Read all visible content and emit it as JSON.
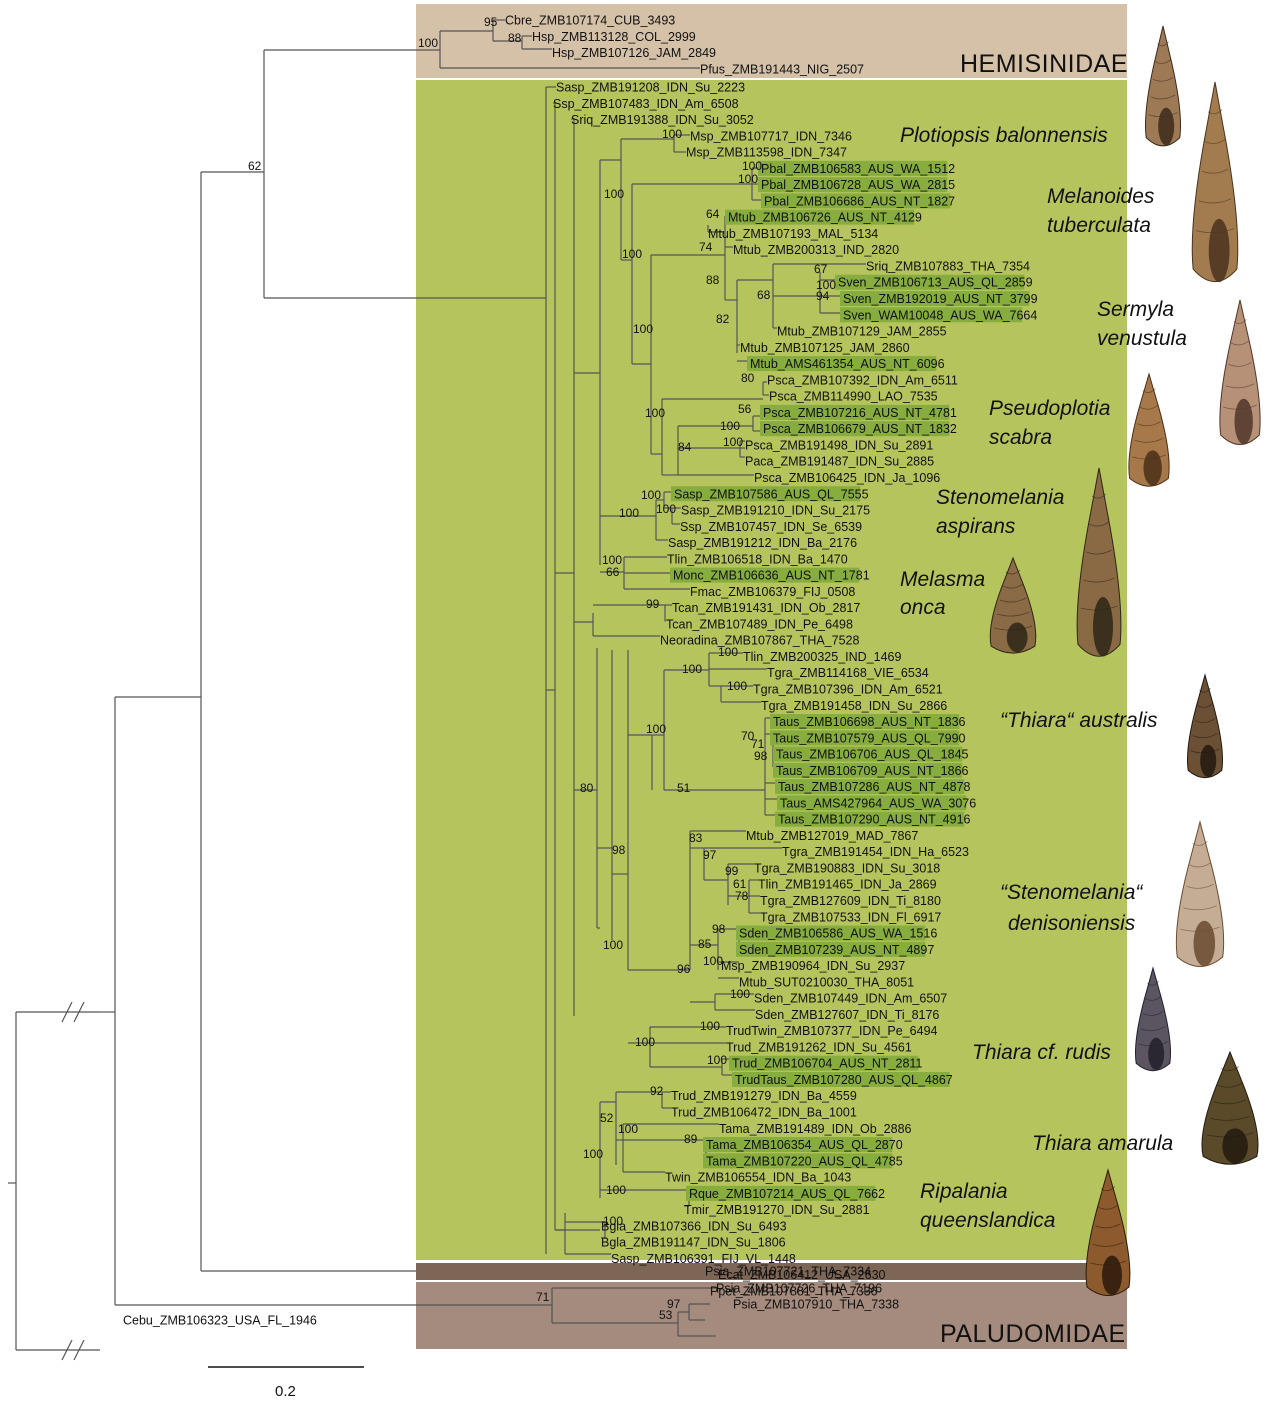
{
  "colors": {
    "hemisinidae_bg": "#d5c1a8",
    "thiaridae_bg": "#b5c45c",
    "ecat_bg": "#7d6656",
    "paludomidae_bg": "#a58b7d",
    "leaf_highlight": "#86ad3e",
    "branch": "#555555"
  },
  "families": {
    "hemisinidae": "HEMISINIDAE",
    "paludomidae": "PALUDOMIDAE"
  },
  "species_labels": [
    {
      "text": "Plotiopsis balonnensis"
    },
    {
      "text": "Melanoides"
    },
    {
      "text": "tuberculata"
    },
    {
      "text": "Sermyla"
    },
    {
      "text": "venustula"
    },
    {
      "text": "Pseudoplotia"
    },
    {
      "text": "scabra"
    },
    {
      "text": "Stenomelania"
    },
    {
      "text": "aspirans"
    },
    {
      "text": "Melasma"
    },
    {
      "text": "onca"
    },
    {
      "text": "“Thiara“ australis"
    },
    {
      "text": "“Stenomelania“"
    },
    {
      "text": "denisoniensis"
    },
    {
      "text": "Thiara cf. rudis"
    },
    {
      "text": "Thiara amarula"
    },
    {
      "text": "Ripalania"
    },
    {
      "text": "queenslandica"
    }
  ],
  "scale_bar": {
    "label": "0.2"
  },
  "leaves": [
    "Cbre_ZMB107174_CUB_3493",
    "Hsp_ZMB113128_COL_2999",
    "Hsp_ZMB107126_JAM_2849",
    "Pfus_ZMB191443_NIG_2507",
    "Sasp_ZMB191208_IDN_Su_2223",
    "Ssp_ZMB107483_IDN_Am_6508",
    "Sriq_ZMB191388_IDN_Su_3052",
    "Msp_ZMB107717_IDN_7346",
    "Msp_ZMB113598_IDN_7347",
    "Pbal_ZMB106583_AUS_WA_1512",
    "Pbal_ZMB106728_AUS_WA_2815",
    "Pbal_ZMB106686_AUS_NT_1827",
    "Mtub_ZMB106726_AUS_NT_4129",
    "Mtub_ZMB107193_MAL_5134",
    "Mtub_ZMB200313_IND_2820",
    "Sriq_ZMB107883_THA_7354",
    "Sven_ZMB106713_AUS_QL_2859",
    "Sven_ZMB192019_AUS_NT_3799",
    "Sven_WAM10048_AUS_WA_7664",
    "Mtub_ZMB107129_JAM_2855",
    "Mtub_ZMB107125_JAM_2860",
    "Mtub_AMS461354_AUS_NT_6096",
    "Psca_ZMB107392_IDN_Am_6511",
    "Psca_ZMB114990_LAO_7535",
    "Psca_ZMB107216_AUS_NT_4781",
    "Psca_ZMB106679_AUS_NT_1832",
    "Psca_ZMB191498_IDN_Su_2891",
    "Paca_ZMB191487_IDN_Su_2885",
    "Psca_ZMB106425_IDN_Ja_1096",
    "Sasp_ZMB107586_AUS_QL_7555",
    "Sasp_ZMB191210_IDN_Su_2175",
    "Ssp_ZMB107457_IDN_Se_6539",
    "Sasp_ZMB191212_IDN_Ba_2176",
    "Tlin_ZMB106518_IDN_Ba_1470",
    "Monc_ZMB106636_AUS_NT_1781",
    "Fmac_ZMB106379_FIJ_0508",
    "Tcan_ZMB191431_IDN_Ob_2817",
    "Tcan_ZMB107489_IDN_Pe_6498",
    "Neoradina_ZMB107867_THA_7528",
    "Tlin_ZMB200325_IND_1469",
    "Tgra_ZMB114168_VIE_6534",
    "Tgra_ZMB107396_IDN_Am_6521",
    "Tgra_ZMB191458_IDN_Su_2866",
    "Taus_ZMB106698_AUS_NT_1836",
    "Taus_ZMB107579_AUS_QL_7990",
    "Taus_ZMB106706_AUS_QL_1845",
    "Taus_ZMB106709_AUS_NT_1866",
    "Taus_ZMB107286_AUS_NT_4878",
    "Taus_AMS427964_AUS_WA_3076",
    "Taus_ZMB107290_AUS_NT_4916",
    "Mtub_ZMB127019_MAD_7867",
    "Tgra_ZMB191454_IDN_Ha_6523",
    "Tgra_ZMB190883_IDN_Su_3018",
    "Tlin_ZMB191465_IDN_Ja_2869",
    "Tgra_ZMB127609_IDN_Ti_8180",
    "Tgra_ZMB107533_IDN_Fl_6917",
    "Sden_ZMB106586_AUS_WA_1516",
    "Sden_ZMB107239_AUS_NT_4897",
    "Msp_ZMB190964_IDN_Su_2937",
    "Mtub_SUT0210030_THA_8051",
    "Sden_ZMB107449_IDN_Am_6507",
    "Sden_ZMB127607_IDN_Ti_8176",
    "TrudTwin_ZMB107377_IDN_Pe_6494",
    "Trud_ZMB191262_IDN_Su_4561",
    "Trud_ZMB106704_AUS_NT_2811",
    "TrudTaus_ZMB107280_AUS_QL_4867",
    "Trud_ZMB191279_IDN_Ba_4559",
    "Trud_ZMB106472_IDN_Ba_1001",
    "Tama_ZMB191489_IDN_Ob_2886",
    "Tama_ZMB106354_AUS_QL_2870",
    "Tama_ZMB107220_AUS_QL_4785",
    "Twin_ZMB106554_IDN_Ba_1043",
    "Rque_ZMB107214_AUS_QL_7662",
    "Tmir_ZMB191270_IDN_Su_2881",
    "Bgla_ZMB107366_IDN_Su_6493",
    "Bgla_ZMB191147_IDN_Su_1806",
    "Sasp_ZMB106391_FIJ_VL_1448",
    "Ecat_ZMB106412_USA_2630",
    "Ppet_ZMB107881_THA_7336",
    "Psia_ZMB107721_THA_7334",
    "Psia_ZMB107726_THA_7196",
    "Psia_ZMB107910_THA_7338",
    "Cebu_ZMB106323_USA_FL_1946"
  ],
  "highlighted_leaves": [
    "Pbal_ZMB106583_AUS_WA_1512",
    "Pbal_ZMB106728_AUS_WA_2815",
    "Pbal_ZMB106686_AUS_NT_1827",
    "Mtub_ZMB106726_AUS_NT_4129",
    "Sven_ZMB106713_AUS_QL_2859",
    "Sven_ZMB192019_AUS_NT_3799",
    "Sven_WAM10048_AUS_WA_7664",
    "Mtub_AMS461354_AUS_NT_6096",
    "Psca_ZMB107216_AUS_NT_4781",
    "Psca_ZMB106679_AUS_NT_1832",
    "Sasp_ZMB107586_AUS_QL_7555",
    "Monc_ZMB106636_AUS_NT_1781",
    "Taus_ZMB106698_AUS_NT_1836",
    "Taus_ZMB107579_AUS_QL_7990",
    "Taus_ZMB106706_AUS_QL_1845",
    "Taus_ZMB106709_AUS_NT_1866",
    "Taus_ZMB107286_AUS_NT_4878",
    "Taus_AMS427964_AUS_WA_3076",
    "Taus_ZMB107290_AUS_NT_4916",
    "Sden_ZMB106586_AUS_WA_1516",
    "Sden_ZMB107239_AUS_NT_4897",
    "Trud_ZMB106704_AUS_NT_2811",
    "TrudTaus_ZMB107280_AUS_QL_4867",
    "Tama_ZMB106354_AUS_QL_2870",
    "Tama_ZMB107220_AUS_QL_4785",
    "Rque_ZMB107214_AUS_QL_7662"
  ],
  "bootstrap_values": [
    "95",
    "88",
    "100",
    "62",
    "100",
    "100",
    "100",
    "100",
    "64",
    "100",
    "74",
    "100",
    "88",
    "67",
    "100",
    "94",
    "68",
    "82",
    "80",
    "100",
    "56",
    "100",
    "100",
    "84",
    "100",
    "100",
    "100",
    "100",
    "66",
    "99",
    "100",
    "100",
    "100",
    "100",
    "70",
    "71",
    "98",
    "51",
    "80",
    "83",
    "97",
    "99",
    "61",
    "78",
    "98",
    "98",
    "85",
    "100",
    "96",
    "100",
    "100",
    "100",
    "100",
    "100",
    "92",
    "52",
    "100",
    "89",
    "100",
    "100",
    "100",
    "71",
    "97",
    "53"
  ]
}
